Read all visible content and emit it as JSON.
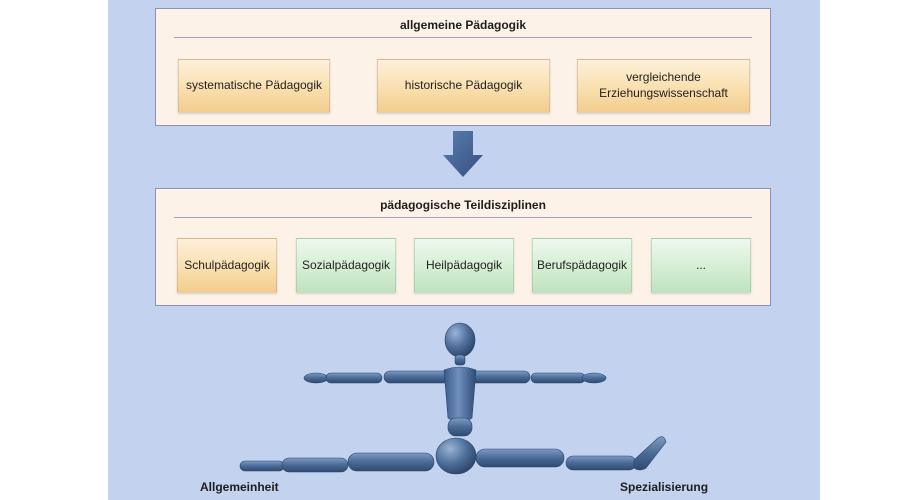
{
  "top_panel": {
    "title": "allgemeine Pädagogik",
    "boxes": [
      {
        "label": "systematische Pädagogik"
      },
      {
        "label": "historische Pädagogik"
      },
      {
        "label": "vergleichende\nErziehungswissenschaft"
      }
    ]
  },
  "bottom_panel": {
    "title": "pädagogische Teildisziplinen",
    "boxes": [
      {
        "label": "Schulpädagogik"
      },
      {
        "label": "Sozialpädagogik"
      },
      {
        "label": "Heilpädagogik"
      },
      {
        "label": "Berufspädagogik"
      },
      {
        "label": "..."
      }
    ]
  },
  "figure": {
    "left_label": "Allgemeinheit",
    "right_label": "Spezialisierung"
  },
  "colors": {
    "background": "#c3d2ee",
    "panel": "#fdf2e8",
    "panel_border": "#8f90b8",
    "box_orange": "#f9dfae",
    "box_green": "#d4eed4",
    "arrow": "#3f5e8e",
    "mannequin": "#4a6b95"
  }
}
